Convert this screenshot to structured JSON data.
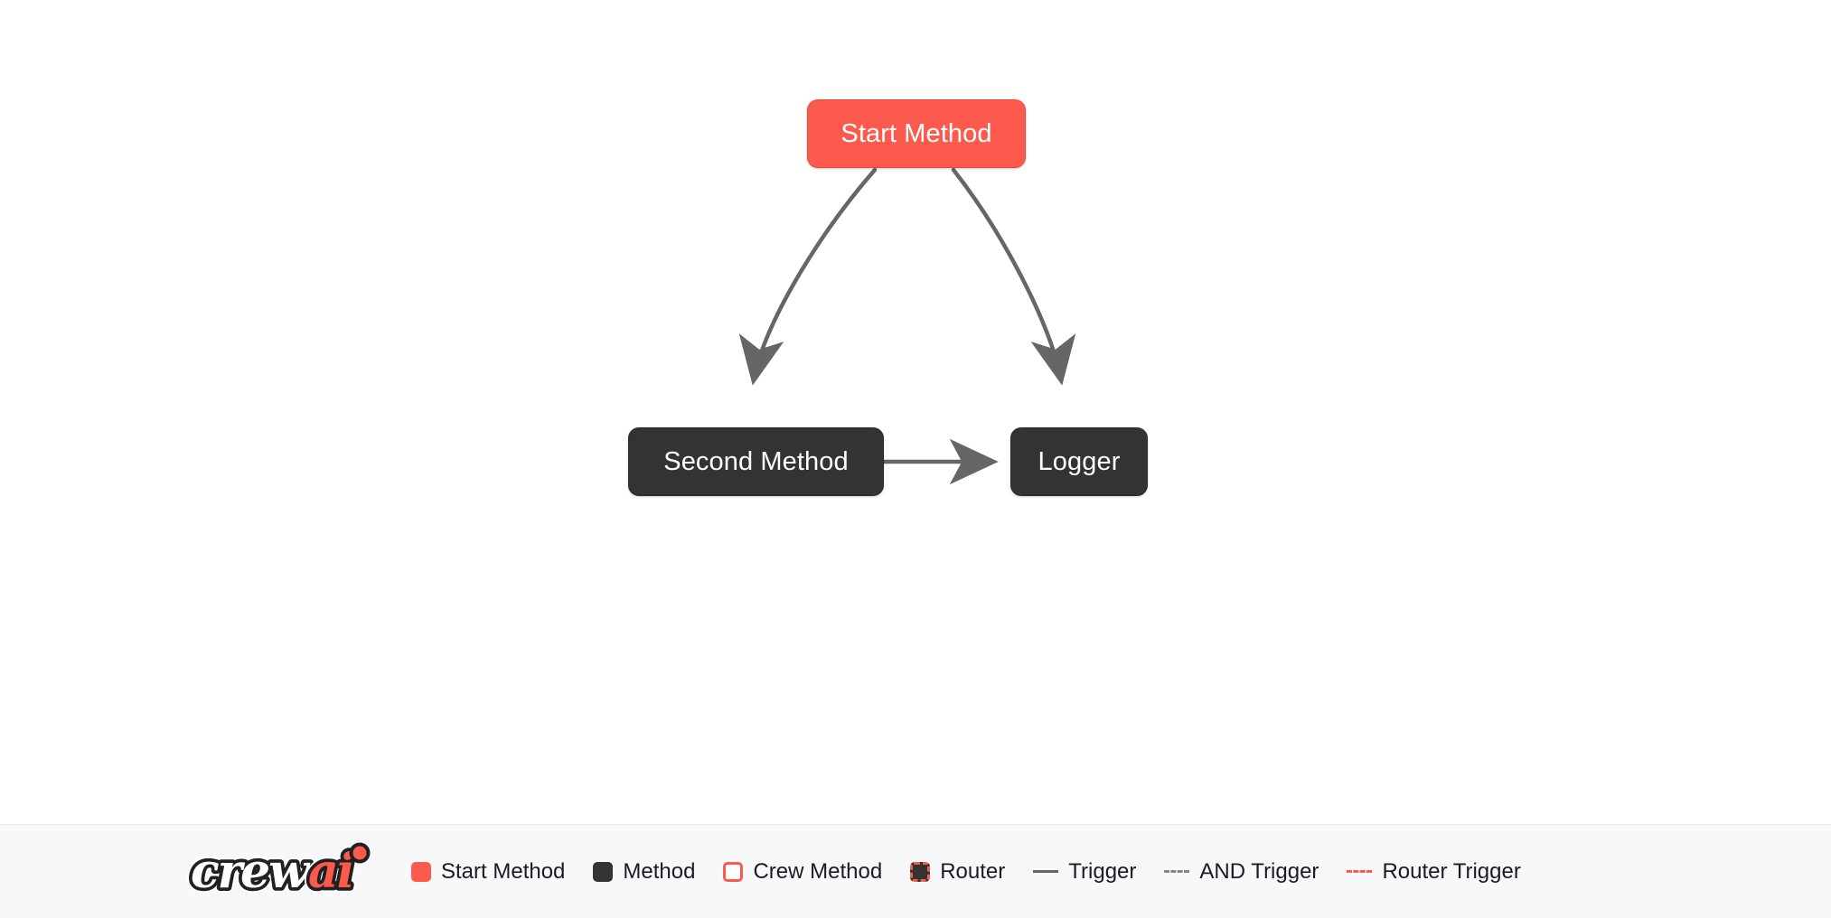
{
  "flow": {
    "nodes": [
      {
        "id": "start",
        "label": "Start Method",
        "type": "start-method"
      },
      {
        "id": "second",
        "label": "Second Method",
        "type": "method"
      },
      {
        "id": "logger",
        "label": "Logger",
        "type": "method"
      }
    ],
    "edges": [
      {
        "from": "start",
        "to": "second",
        "style": "trigger",
        "kind": "curved"
      },
      {
        "from": "start",
        "to": "logger",
        "style": "trigger",
        "kind": "curved"
      },
      {
        "from": "second",
        "to": "logger",
        "style": "trigger",
        "kind": "straight"
      }
    ],
    "colors": {
      "start_method": "#fb5a4d",
      "method": "#333333",
      "edge": "#666666",
      "canvas_background": "#ffffff"
    }
  },
  "legend": {
    "brand": {
      "name": "crewai",
      "word_primary": "crew",
      "word_accent": "ai",
      "accent_color": "#fb5a4d"
    },
    "items": [
      {
        "label": "Start Method",
        "marker": "swatch-solid",
        "color": "#fb5a4d"
      },
      {
        "label": "Method",
        "marker": "swatch-solid",
        "color": "#333333"
      },
      {
        "label": "Crew Method",
        "marker": "swatch-outline",
        "color": "#fb5a4d"
      },
      {
        "label": "Router",
        "marker": "swatch-dashed",
        "color": "#fb5a4d"
      },
      {
        "label": "Trigger",
        "marker": "line-solid",
        "color": "#666666"
      },
      {
        "label": "AND Trigger",
        "marker": "line-dashed",
        "color": "#888888"
      },
      {
        "label": "Router Trigger",
        "marker": "line-dashed-accent",
        "color": "#fb5a4d"
      }
    ],
    "background": "#f7f8fa"
  }
}
